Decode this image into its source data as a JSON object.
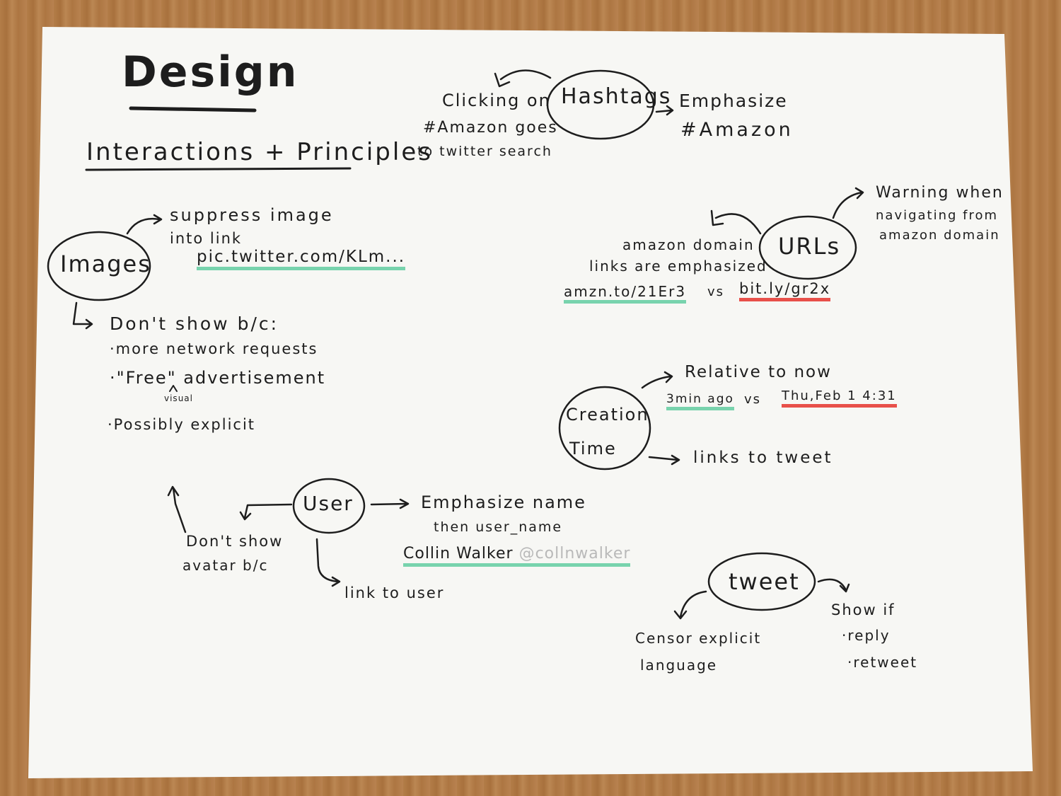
{
  "title": "Design",
  "subtitle": "Interactions + Principles",
  "hashtags": {
    "node": "Hashtags",
    "left_line1": "Clicking on",
    "left_line2": "#Amazon goes",
    "left_line3": "to twitter search",
    "right_line1": "Emphasize",
    "right_line2": "#Amazon"
  },
  "images": {
    "node": "Images",
    "suppress_line1": "suppress image",
    "suppress_line2": "into link",
    "link_example": "pic.twitter.com/KLm...",
    "dont_show": "Don't show b/c:",
    "reason1": "·more network requests",
    "reason2": "·\"Free\" advertisement",
    "reason2_note": "visual",
    "reason3": "·Possibly explicit"
  },
  "urls": {
    "node": "URLs",
    "left_line1": "amazon domain",
    "left_line2": "links are emphasized",
    "good_example": "amzn.to/21Er3",
    "vs": "vs",
    "bad_example": "bit.ly/gr2x",
    "warning_line1": "Warning when",
    "warning_line2": "navigating from",
    "warning_line3": "amazon domain"
  },
  "creation_time": {
    "node_line1": "Creation",
    "node_line2": "Time",
    "relative": "Relative to now",
    "good_example": "3min ago",
    "vs": "vs",
    "bad_example": "Thu,Feb 1 4:31",
    "links": "links to tweet"
  },
  "user": {
    "node": "User",
    "emphasize_line1": "Emphasize name",
    "emphasize_line2": "then user_name",
    "name_example": "Collin Walker",
    "handle_example": "@collnwalker",
    "dont_show_line1": "Don't show",
    "dont_show_line2": "avatar b/c",
    "link": "link to user"
  },
  "tweet": {
    "node": "tweet",
    "censor_line1": "Censor explicit",
    "censor_line2": "language",
    "show_if": "Show if",
    "show_item1": "·reply",
    "show_item2": "·retweet"
  },
  "colors": {
    "ink": "#1d1d1d",
    "highlight_good": "#78d3ad",
    "highlight_bad": "#e8504a",
    "paper": "#f7f7f5",
    "desk": "#b07a45"
  }
}
